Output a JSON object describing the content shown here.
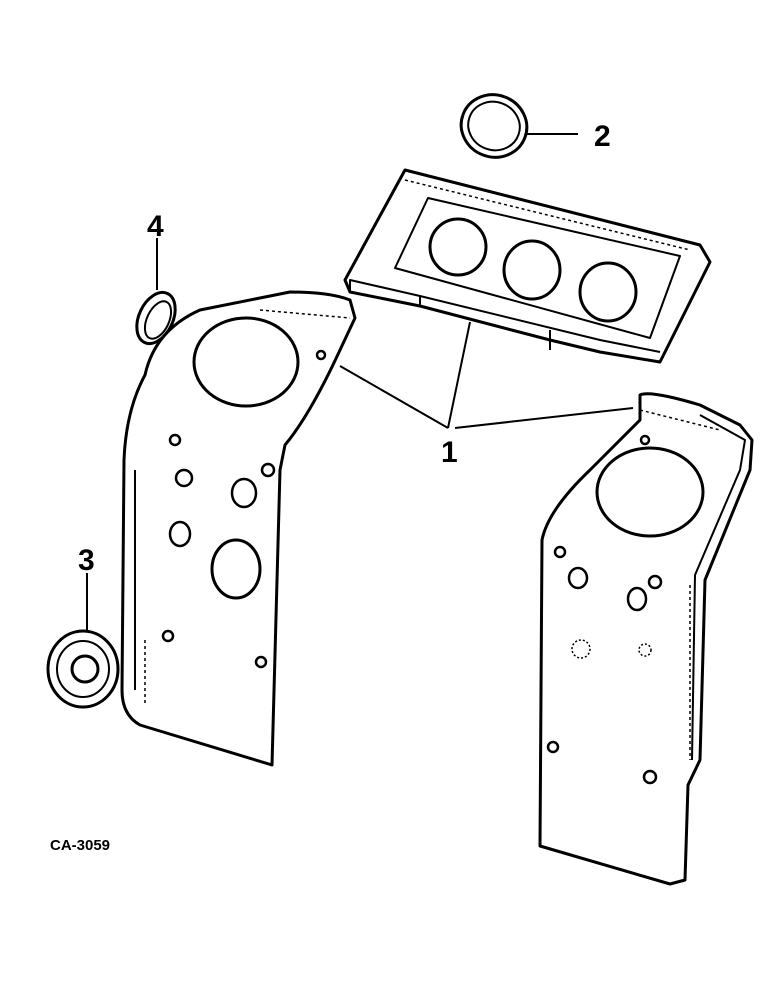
{
  "callouts": {
    "part_1": "1",
    "part_2": "2",
    "part_3": "3",
    "part_4": "4"
  },
  "drawing_code": "CA-3059",
  "colors": {
    "ink": "#000000",
    "paper": "#ffffff"
  }
}
